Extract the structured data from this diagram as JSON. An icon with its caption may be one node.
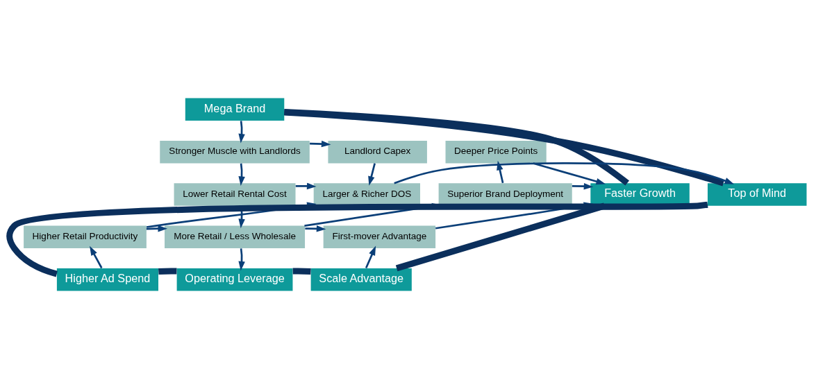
{
  "diagram": {
    "nodes": [
      {
        "text": [
          "Mega Brand"
        ]
      },
      {
        "text": [
          "Landlord Capex"
        ]
      },
      {
        "text": [
          "Stronger Muscle with Landlords"
        ]
      },
      {
        "text": [
          "Deeper Price Points"
        ]
      },
      {
        "text": [
          "Top of Mind"
        ]
      },
      {
        "text": [
          "Larger & Richer DOS"
        ]
      },
      {
        "text": [
          "Lower Retail Rental Cost"
        ]
      },
      {
        "text": [
          "Superior Brand Deployment"
        ]
      },
      {
        "text": [
          "Faster Growth"
        ]
      },
      {
        "text": [
          "Higher Retail Productivity"
        ]
      },
      {
        "text": [
          "More Retail / Less Wholesale"
        ]
      },
      {
        "text": [
          "First-mover Advantage"
        ]
      },
      {
        "text": [
          "Higher Ad Spend"
        ]
      },
      {
        "text": [
          "Operating Leverage"
        ]
      },
      {
        "text": [
          "Scale Advantage"
        ]
      }
    ],
    "edges": [
      {
        "from": 0,
        "to": 2,
        "arrow": "to"
      },
      {
        "from": 2,
        "to": 1,
        "arrow": "to"
      },
      {
        "from": 2,
        "to": 6,
        "arrow": "to"
      },
      {
        "from": 1,
        "to": 5,
        "arrow": "to"
      },
      {
        "from": 6,
        "to": 5,
        "arrow": "to"
      },
      {
        "from": 5,
        "to": 4,
        "arrow": "to"
      },
      {
        "from": 6,
        "to": 10,
        "arrow": "to"
      },
      {
        "from": 9,
        "to": 5,
        "arrow": "to"
      },
      {
        "from": 9,
        "to": 10,
        "arrow": "to"
      },
      {
        "from": 12,
        "to": 9,
        "arrow": "to"
      },
      {
        "from": 10,
        "to": 13,
        "arrow": "to"
      },
      {
        "from": 10,
        "to": 7,
        "arrow": "to"
      },
      {
        "from": 10,
        "to": 11,
        "arrow": "to"
      },
      {
        "from": 14,
        "to": 11,
        "arrow": "to"
      },
      {
        "from": 7,
        "to": 3,
        "arrow": "to"
      },
      {
        "from": 7,
        "to": 8,
        "arrow": "to"
      },
      {
        "from": 3,
        "to": 8,
        "arrow": "to"
      },
      {
        "from": 11,
        "to": 8,
        "arrow": "to"
      },
      {
        "from": 0,
        "to": 8,
        "arrow": "none",
        "style": "thick",
        "color": "#0b2f5c"
      },
      {
        "from": 8,
        "to": 14,
        "arrow": "none",
        "style": "thick",
        "color": "#0b2f5c"
      },
      {
        "from": 14,
        "to": 13,
        "arrow": "none",
        "style": "thick",
        "color": "#0b2f5c"
      },
      {
        "from": 13,
        "to": 12,
        "arrow": "none",
        "style": "thick",
        "color": "#0b2f5c"
      },
      {
        "from": 12,
        "to": 4,
        "arrow": "none",
        "style": "thick",
        "color": "#0b2f5c"
      },
      {
        "from": 4,
        "to": 0,
        "arrow": "none",
        "style": "thick",
        "color": "#0b2f5c"
      }
    ]
  }
}
